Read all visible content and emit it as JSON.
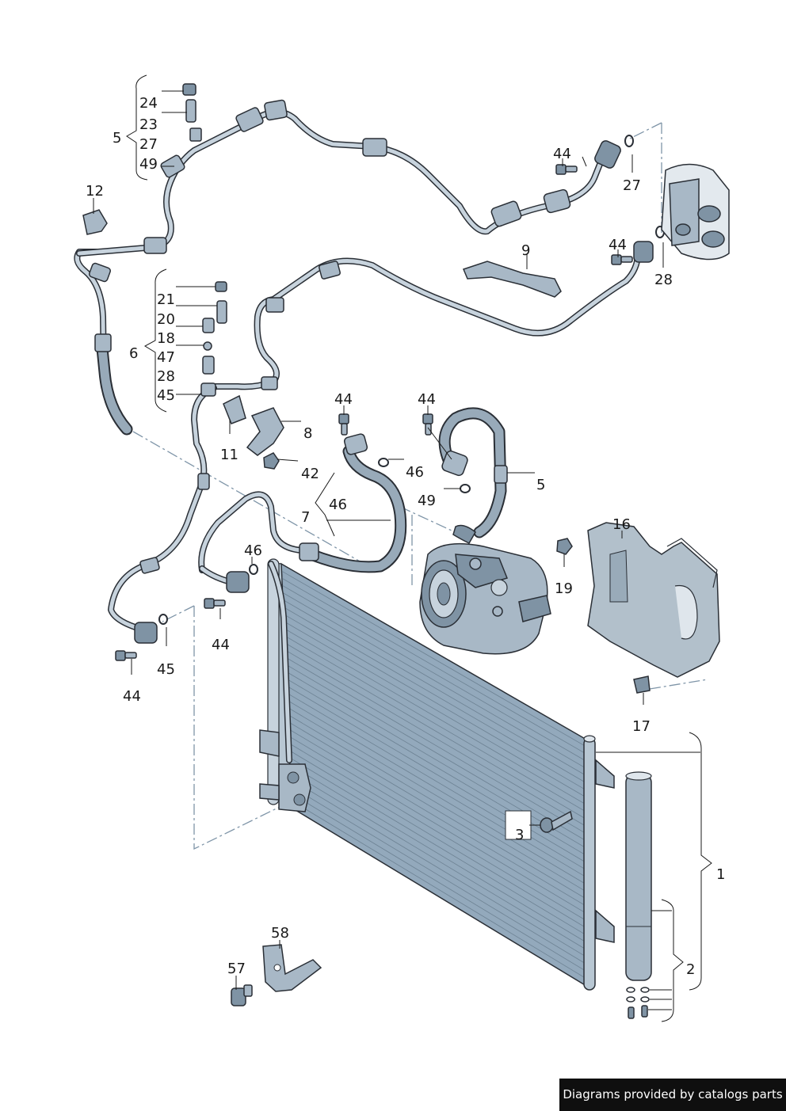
{
  "callouts": [
    {
      "id": "c24a",
      "text": "24"
    },
    {
      "id": "c23",
      "text": "23"
    },
    {
      "id": "c5a",
      "text": "5"
    },
    {
      "id": "c27a",
      "text": "27"
    },
    {
      "id": "c49a",
      "text": "49"
    },
    {
      "id": "c12",
      "text": "12"
    },
    {
      "id": "c21",
      "text": "21"
    },
    {
      "id": "c20",
      "text": "20"
    },
    {
      "id": "c18",
      "text": "18"
    },
    {
      "id": "c6",
      "text": "6"
    },
    {
      "id": "c47",
      "text": "47"
    },
    {
      "id": "c28a",
      "text": "28"
    },
    {
      "id": "c45a",
      "text": "45"
    },
    {
      "id": "c44a",
      "text": "44"
    },
    {
      "id": "c27b",
      "text": "27"
    },
    {
      "id": "c44b",
      "text": "44"
    },
    {
      "id": "c28b",
      "text": "28"
    },
    {
      "id": "c9",
      "text": "9"
    },
    {
      "id": "c44c",
      "text": "44"
    },
    {
      "id": "c44d",
      "text": "44"
    },
    {
      "id": "c8",
      "text": "8"
    },
    {
      "id": "c11",
      "text": "11"
    },
    {
      "id": "c42",
      "text": "42"
    },
    {
      "id": "c46a",
      "text": "46"
    },
    {
      "id": "c5b",
      "text": "5"
    },
    {
      "id": "c49b",
      "text": "49"
    },
    {
      "id": "c46b",
      "text": "46"
    },
    {
      "id": "c7",
      "text": "7"
    },
    {
      "id": "c46c",
      "text": "46"
    },
    {
      "id": "c16",
      "text": "16"
    },
    {
      "id": "c19",
      "text": "19"
    },
    {
      "id": "c44e",
      "text": "44"
    },
    {
      "id": "c45b",
      "text": "45"
    },
    {
      "id": "c44f",
      "text": "44"
    },
    {
      "id": "c17",
      "text": "17"
    },
    {
      "id": "c1",
      "text": "1"
    },
    {
      "id": "c3",
      "text": "3"
    },
    {
      "id": "c2",
      "text": "2"
    },
    {
      "id": "c58",
      "text": "58"
    },
    {
      "id": "c57",
      "text": "57"
    }
  ],
  "footer": {
    "text": "Diagrams provided by catalogs parts"
  }
}
